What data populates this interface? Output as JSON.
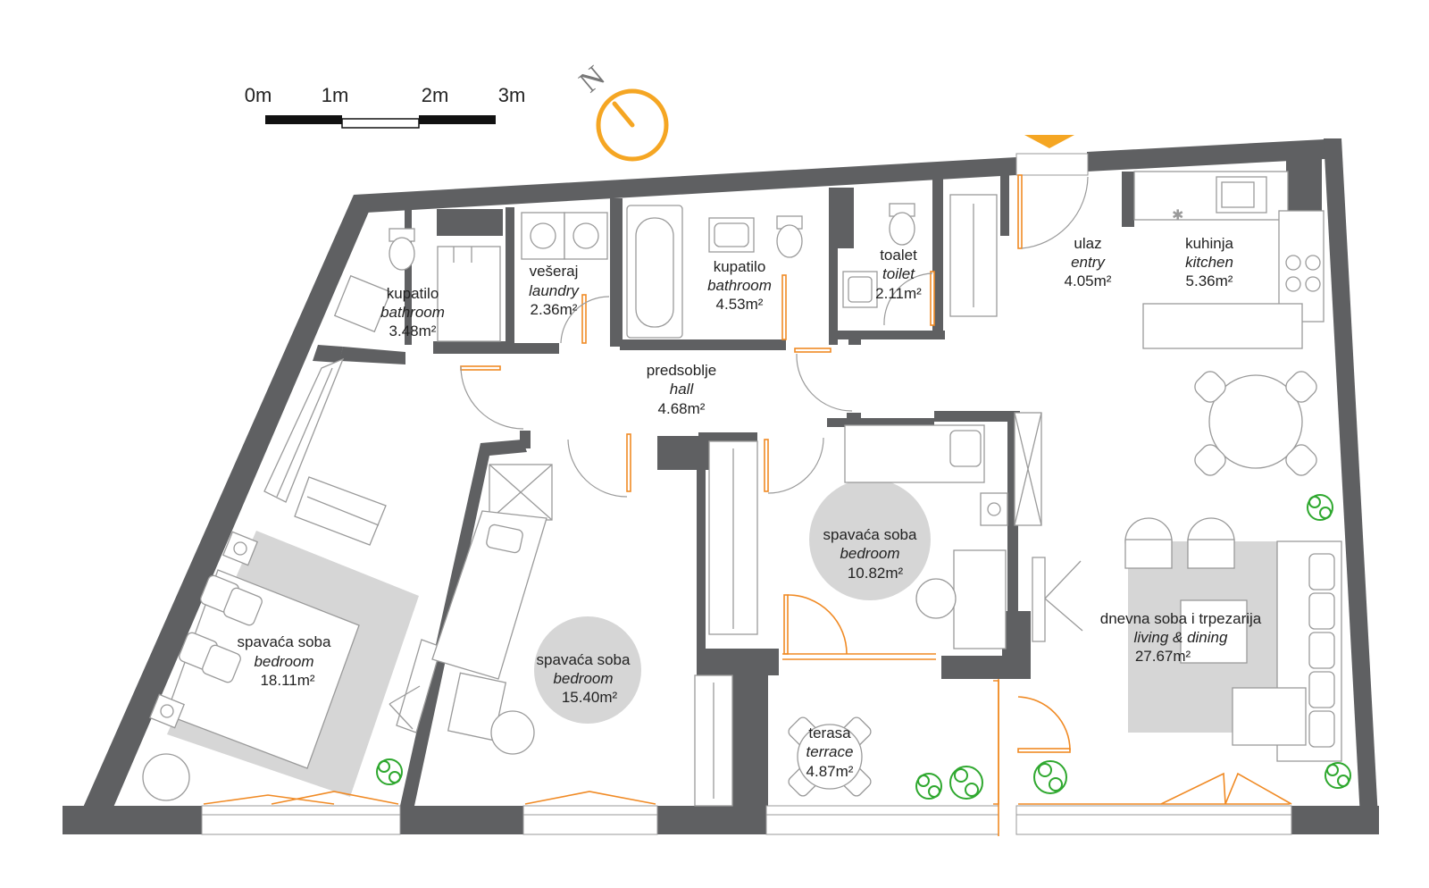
{
  "scale": {
    "labels": [
      "0m",
      "1m",
      "2m",
      "3m"
    ]
  },
  "compass": {
    "north_label": "N",
    "accent_color": "#f5a623"
  },
  "colors": {
    "wall": "#5f6062",
    "door_accent": "#f08a24",
    "rug": "#d6d6d6",
    "plant": "#2fa82f"
  },
  "rooms": [
    {
      "id": "bathroom-1",
      "name": "kupatilo",
      "name_en": "bathroom",
      "area": "3.48m²"
    },
    {
      "id": "laundry",
      "name": "vešeraj",
      "name_en": "laundry",
      "area": "2.36m²"
    },
    {
      "id": "bathroom-2",
      "name": "kupatilo",
      "name_en": "bathroom",
      "area": "4.53m²"
    },
    {
      "id": "toilet",
      "name": "toalet",
      "name_en": "toilet",
      "area": "2.11m²"
    },
    {
      "id": "entry",
      "name": "ulaz",
      "name_en": "entry",
      "area": "4.05m²"
    },
    {
      "id": "kitchen",
      "name": "kuhinja",
      "name_en": "kitchen",
      "area": "5.36m²"
    },
    {
      "id": "hall",
      "name": "predsoblje",
      "name_en": "hall",
      "area": "4.68m²"
    },
    {
      "id": "bedroom-small",
      "name": "spavaća soba",
      "name_en": "bedroom",
      "area": "10.82m²"
    },
    {
      "id": "bedroom-large",
      "name": "spavaća soba",
      "name_en": "bedroom",
      "area": "18.11m²"
    },
    {
      "id": "bedroom-mid",
      "name": "spavaća soba",
      "name_en": "bedroom",
      "area": "15.40m²"
    },
    {
      "id": "living",
      "name": "dnevna soba i trpezarija",
      "name_en": "living & dining",
      "area": "27.67m²"
    },
    {
      "id": "terrace",
      "name": "terasa",
      "name_en": "terrace",
      "area": "4.87m²"
    }
  ]
}
